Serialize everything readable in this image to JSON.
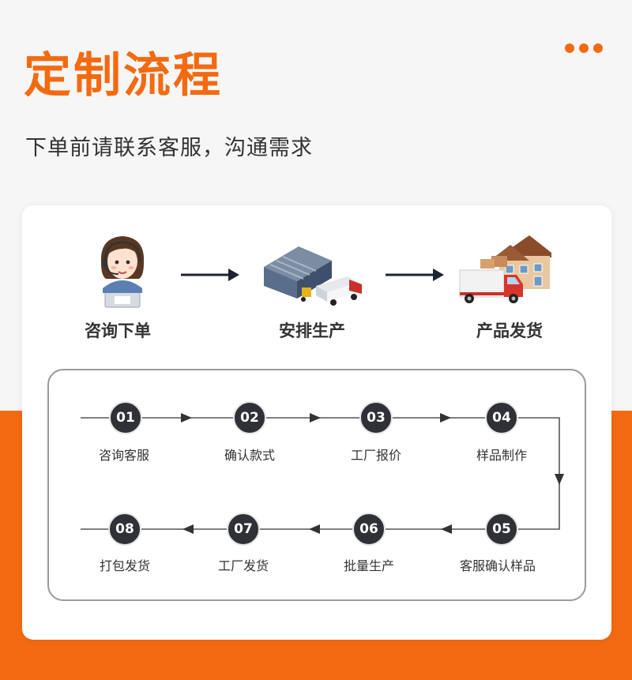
{
  "header": {
    "title": "定制流程",
    "subtitle": "下单前请联系客服，沟通需求"
  },
  "stages": [
    {
      "label": "咨询下单",
      "icon": "customer-service-agent-icon"
    },
    {
      "label": "安排生产",
      "icon": "factory-truck-icon"
    },
    {
      "label": "产品发货",
      "icon": "delivery-truck-house-icon"
    }
  ],
  "steps": [
    {
      "num": "01",
      "label": "咨询客服"
    },
    {
      "num": "02",
      "label": "确认款式"
    },
    {
      "num": "03",
      "label": "工厂报价"
    },
    {
      "num": "04",
      "label": "样品制作"
    },
    {
      "num": "05",
      "label": "客服确认样品"
    },
    {
      "num": "06",
      "label": "批量生产"
    },
    {
      "num": "07",
      "label": "工厂发货"
    },
    {
      "num": "08",
      "label": "打包发货"
    }
  ],
  "colors": {
    "accent": "#f46a10",
    "dark": "#2f3136",
    "text": "#333333"
  }
}
